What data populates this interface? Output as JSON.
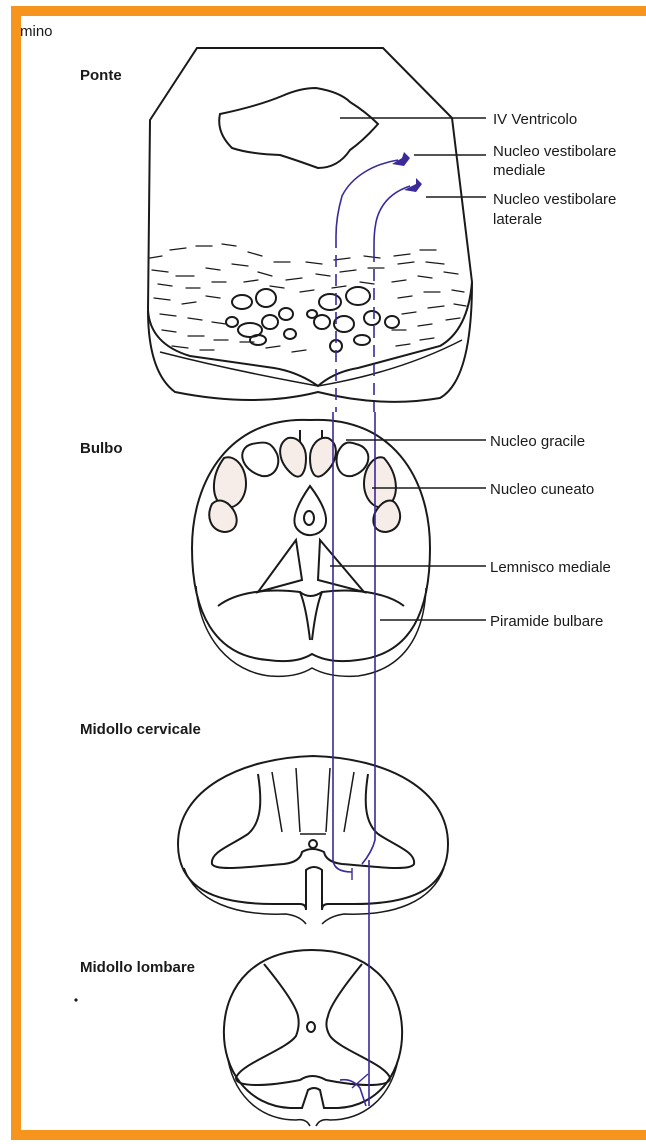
{
  "corner_text": "mino",
  "colors": {
    "border": "#f7941d",
    "pathway": "#3a2a9a",
    "ink": "#1a1a1a",
    "nucleus_fill": "#f6ece8"
  },
  "sections": {
    "ponte": "Ponte",
    "bulbo": "Bulbo",
    "midollo_cervicale": "Midollo cervicale",
    "midollo_lombare": "Midollo lombare"
  },
  "labels": {
    "iv_ventricolo": "IV Ventricolo",
    "vest_mediale_1": "Nucleo vestibolare",
    "vest_mediale_2": "mediale",
    "vest_laterale_1": "Nucleo vestibolare",
    "vest_laterale_2": "laterale",
    "nucleo_gracile": "Nucleo gracile",
    "nucleo_cuneato": "Nucleo cuneato",
    "lemnisco_mediale": "Lemnisco mediale",
    "piramide_bulbare": "Piramide bulbare"
  }
}
